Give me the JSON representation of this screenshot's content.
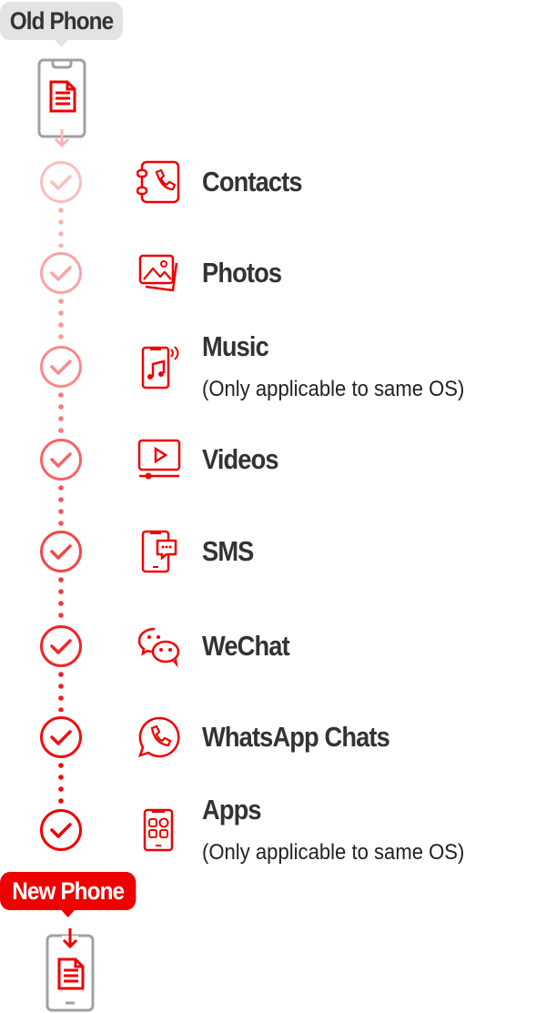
{
  "old_phone_label": "Old Phone",
  "new_phone_label": "New Phone",
  "colors": {
    "accent": "#ee0000",
    "text": "#333333",
    "phone_outline": "#a0a0a0",
    "bubble_gray": "#e3e3e3"
  },
  "items": [
    {
      "label": "Contacts",
      "icon": "contacts-book-icon",
      "opacity": 0.25
    },
    {
      "label": "Photos",
      "icon": "photos-icon",
      "opacity": 0.35
    },
    {
      "label": "Music",
      "note": "(Only applicable to same OS)",
      "icon": "music-phone-icon",
      "opacity": 0.45
    },
    {
      "label": "Videos",
      "icon": "video-player-icon",
      "opacity": 0.6
    },
    {
      "label": "SMS",
      "icon": "sms-phone-icon",
      "opacity": 0.72
    },
    {
      "label": "WeChat",
      "icon": "wechat-icon",
      "opacity": 0.85
    },
    {
      "label": "WhatsApp Chats",
      "icon": "whatsapp-icon",
      "opacity": 0.93
    },
    {
      "label": "Apps",
      "note": "(Only applicable to same OS)",
      "icon": "apps-phone-icon",
      "opacity": 1
    }
  ]
}
